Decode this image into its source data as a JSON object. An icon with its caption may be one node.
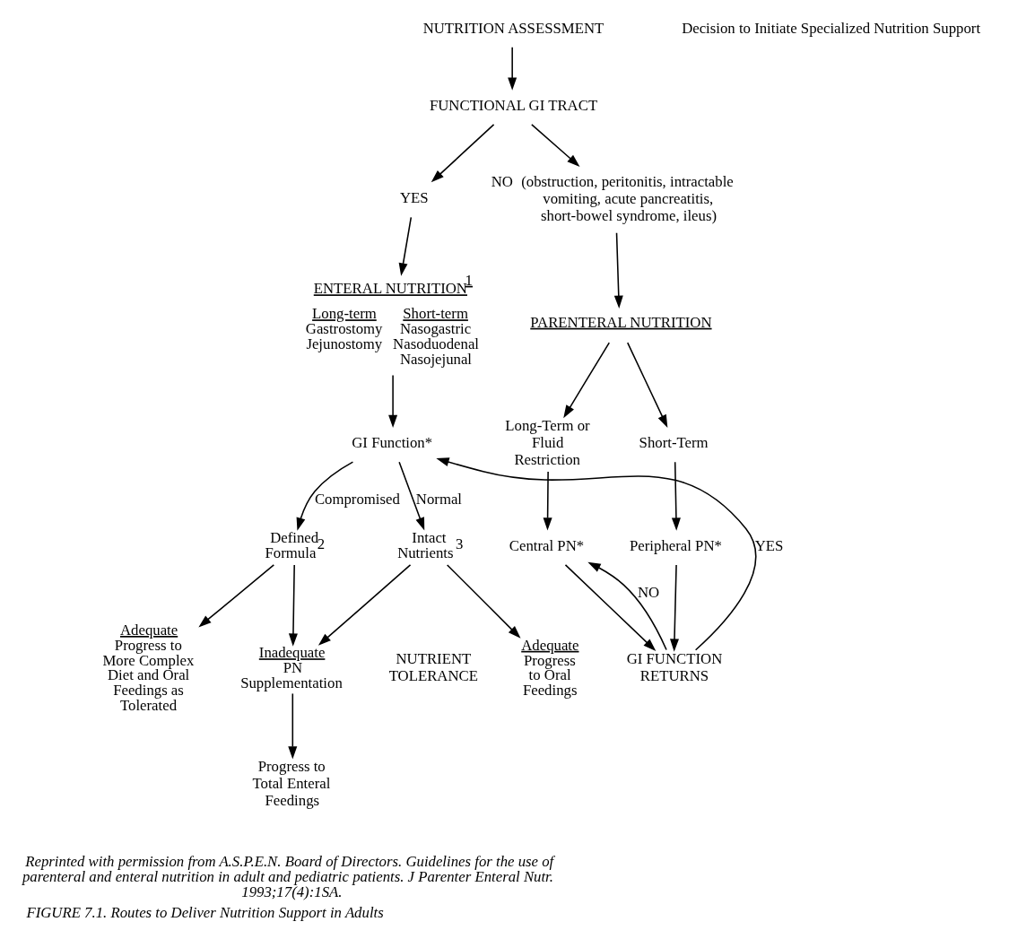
{
  "diagram": {
    "caption": "FIGURE 7.1. Routes to Deliver Nutrition Support in Adults",
    "nodes": [
      {
        "text": [
          "NUTRITION ASSESSMENT"
        ]
      },
      {
        "text": [
          "FUNCTIONAL GI TRACT"
        ]
      },
      {
        "text": [
          "YES"
        ]
      },
      {
        "text": [
          "NO"
        ],
        "beside": [
          "(obstruction, peritonitis, intractable vomiting, acute pancreatitis, short-bowel syndrome, ileus)"
        ]
      },
      {
        "text": [
          "ENTERAL NUTRITION$^{1}$"
        ],
        "beside": [
          "Long-term Gastrostomy Jejunostomy",
          "Short-term Nasogastric Nasoduodenal Nasojejunal"
        ]
      },
      {
        "text": [
          "PARENTERAL NUTRITION"
        ]
      },
      {
        "text": [
          "GI Function*"
        ]
      },
      {
        "text": [
          "Short-Term"
        ]
      },
      {
        "text": [
          "Long-Term or Fluid Restriction"
        ]
      },
      {
        "text": [
          "Intact Nutrients$^{3}$"
        ]
      },
      {
        "text": [
          "Defined Formula$^{2}$"
        ]
      },
      {
        "text": [
          "Peripheral PN*"
        ]
      },
      {
        "text": [
          "Central PN*"
        ]
      },
      {
        "text": [
          "GI FUNCTION RETURNS"
        ]
      },
      {
        "text": [
          "Adequate",
          "Progress to Oral Feedings"
        ]
      },
      {
        "text": [
          "Inadequate",
          "PN Supplementation"
        ]
      },
      {
        "text": [
          "Adequate",
          "Progress to More Complex Diet and Oral Feedings as Tolerated"
        ]
      },
      {
        "text": [
          "Progress to Total Enteral Feedings"
        ]
      }
    ],
    "edges": [
      {
        "from": 0,
        "to": 1,
        "arrow": "to"
      },
      {
        "from": 1,
        "to": 2,
        "arrow": "to"
      },
      {
        "from": 1,
        "to": 3,
        "arrow": "to"
      },
      {
        "from": 2,
        "to": 4,
        "arrow": "to"
      },
      {
        "from": 3,
        "to": 5,
        "arrow": "to"
      },
      {
        "from": 4,
        "to": 6,
        "arrow": "to"
      },
      {
        "from": 5,
        "to": 7,
        "arrow": "to"
      },
      {
        "from": 5,
        "to": 8,
        "arrow": "to"
      },
      {
        "from": 6,
        "to": 9,
        "arrow": "to",
        "label": "Normal"
      },
      {
        "from": 6,
        "to": 10,
        "arrow": "to",
        "label": "Compromised"
      },
      {
        "from": 7,
        "to": 11,
        "arrow": "to"
      },
      {
        "from": 8,
        "to": 12,
        "arrow": "to"
      },
      {
        "from": 11,
        "to": 13,
        "arrow": "to"
      },
      {
        "from": 12,
        "to": 13,
        "arrow": "to"
      },
      {
        "from": 13,
        "to": 6,
        "arrow": "to",
        "label": "YES"
      },
      {
        "from": 13,
        "to": 12,
        "arrow": "to",
        "label": "NO"
      },
      {
        "from": 9,
        "to": 14,
        "arrow": "to"
      },
      {
        "from": 9,
        "to": 15,
        "arrow": "to"
      },
      {
        "from": 10,
        "to": 15,
        "arrow": "to"
      },
      {
        "from": 10,
        "to": 16,
        "arrow": "to"
      },
      {
        "from": 15,
        "to": 17,
        "arrow": "to"
      }
    ],
    "labels": [
      "Decision to Initiate Specialized Nutrition Support",
      "NUTRIENT TOLERANCE",
      "Reprinted with permission from A.S.P.E.N. Board of Directors. Guidelines for the use of parenteral and enteral nutrition in adult and pediatric patients. J Parenter Enteral Nutr. 1993;17(4):1SA."
    ]
  }
}
